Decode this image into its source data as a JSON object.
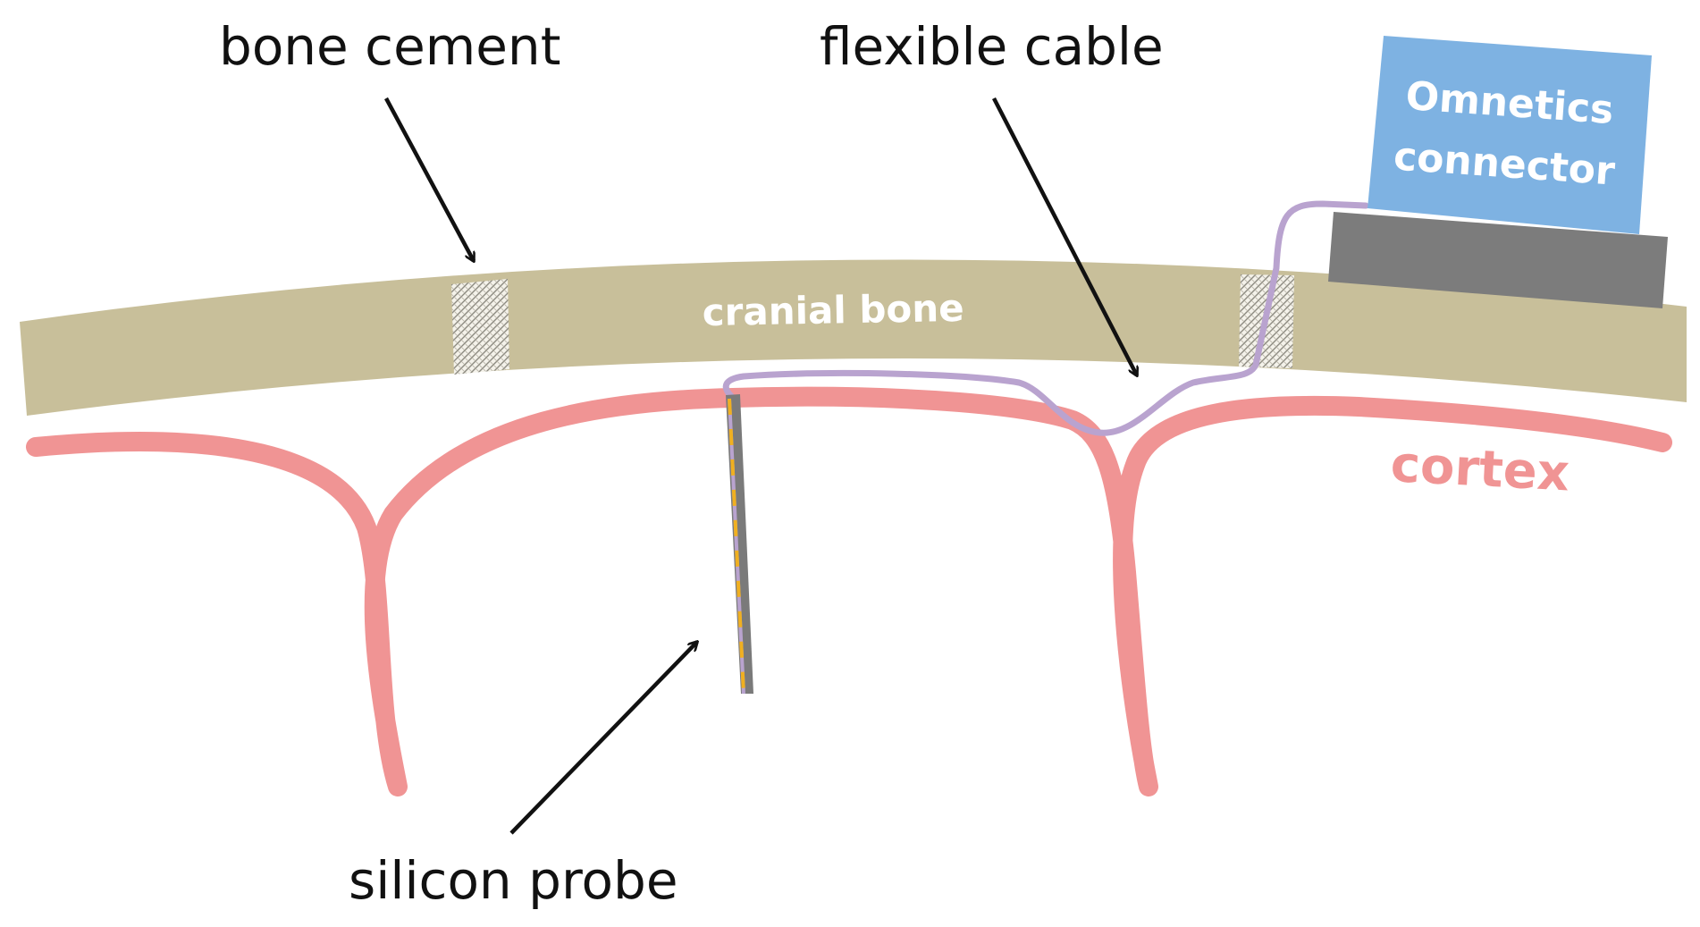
{
  "labels": {
    "bone_cement": "bone cement",
    "flexible_cable": "flexible cable",
    "cranial_bone": "cranial bone",
    "cortex": "cortex",
    "silicon_probe": "silicon probe",
    "connector_line1": "Omnetics",
    "connector_line2": "connector"
  },
  "colors": {
    "bone": "#c8bf9a",
    "cortex": "#f09494",
    "cable": "#b9a3cf",
    "probe": "#7a7a7a",
    "probe_sites": "#f0b020",
    "connector": "#7eb2e2",
    "connector_base": "#7c7c7c",
    "arrow": "#111111",
    "cement": "#8c8a80"
  }
}
